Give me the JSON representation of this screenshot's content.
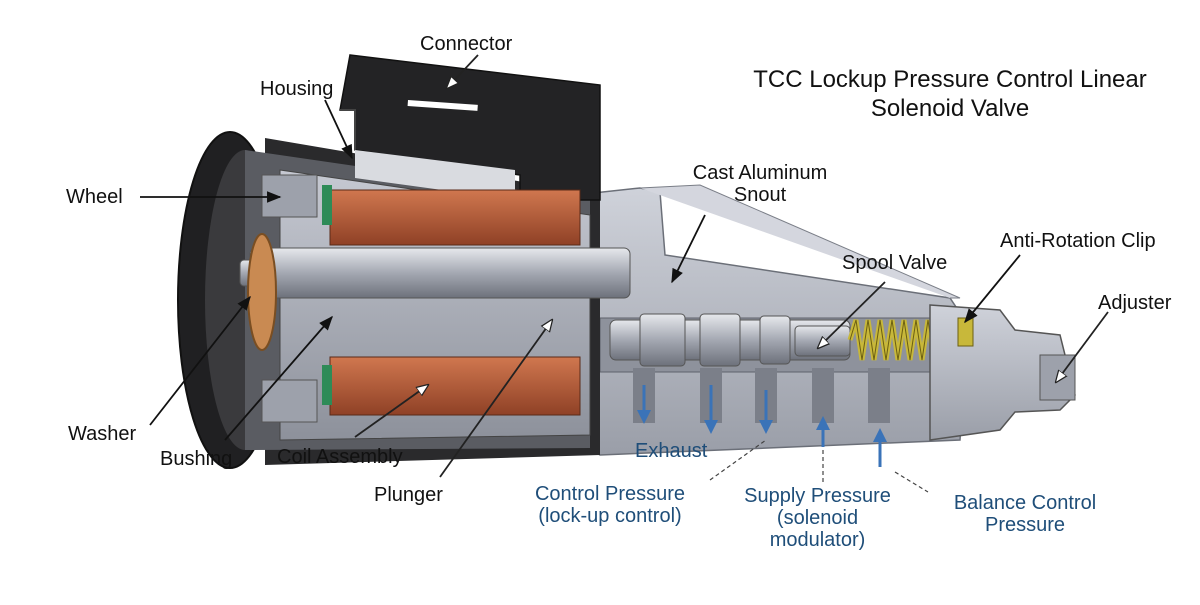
{
  "title": {
    "line1": "TCC Lockup Pressure Control Linear",
    "line2": "Solenoid Valve"
  },
  "labels": {
    "connector": "Connector",
    "housing": "Housing",
    "wheel": "Wheel",
    "washer": "Washer",
    "bushing": "Bushing",
    "coil_assembly": "Coil Assembly",
    "plunger": "Plunger",
    "cast_aluminum_snout_1": "Cast Aluminum",
    "cast_aluminum_snout_2": "Snout",
    "spool_valve": "Spool Valve",
    "anti_rotation_clip": "Anti-Rotation Clip",
    "adjuster": "Adjuster"
  },
  "flow_labels": {
    "exhaust": "Exhaust",
    "control_pressure_1": "Control Pressure",
    "control_pressure_2": "(lock-up control)",
    "supply_pressure_1": "Supply Pressure",
    "supply_pressure_2": "(solenoid",
    "supply_pressure_3": "modulator)",
    "balance_control_1": "Balance Control",
    "balance_control_2": "Pressure"
  },
  "colors": {
    "housing_dark": "#2a2a2c",
    "body_gray": "#a9adb6",
    "snout_gray": "#b9bcc6",
    "coil_copper": "#b55a3a",
    "washer_bronze": "#c98a52",
    "spring_yellow": "#c8b83a",
    "flow_blue": "#1f4e79",
    "green_ring": "#2e8b57"
  }
}
